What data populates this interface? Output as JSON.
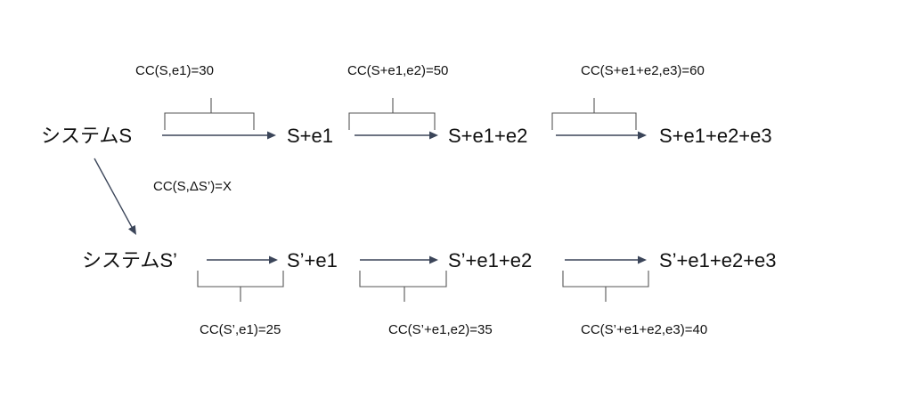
{
  "nodes": {
    "system_s": "システムS",
    "s_e1": "S+e1",
    "s_e1_e2": "S+e1+e2",
    "s_e1_e2_e3": "S+e1+e2+e3",
    "system_s_prime": "システムS’",
    "sp_e1": "S’+e1",
    "sp_e1_e2": "S’+e1+e2",
    "sp_e1_e2_e3": "S’+e1+e2+e3"
  },
  "costs": {
    "top_1": "CC(S,e1)=30",
    "top_2": "CC(S+e1,e2)=50",
    "top_3": "CC(S+e1+e2,e3)=60",
    "diag": "CC(S,ΔS’)=X",
    "bottom_1": "CC(S’,e1)=25",
    "bottom_2": "CC(S’+e1,e2)=35",
    "bottom_3": "CC(S’+e1+e2,e3)=40"
  }
}
